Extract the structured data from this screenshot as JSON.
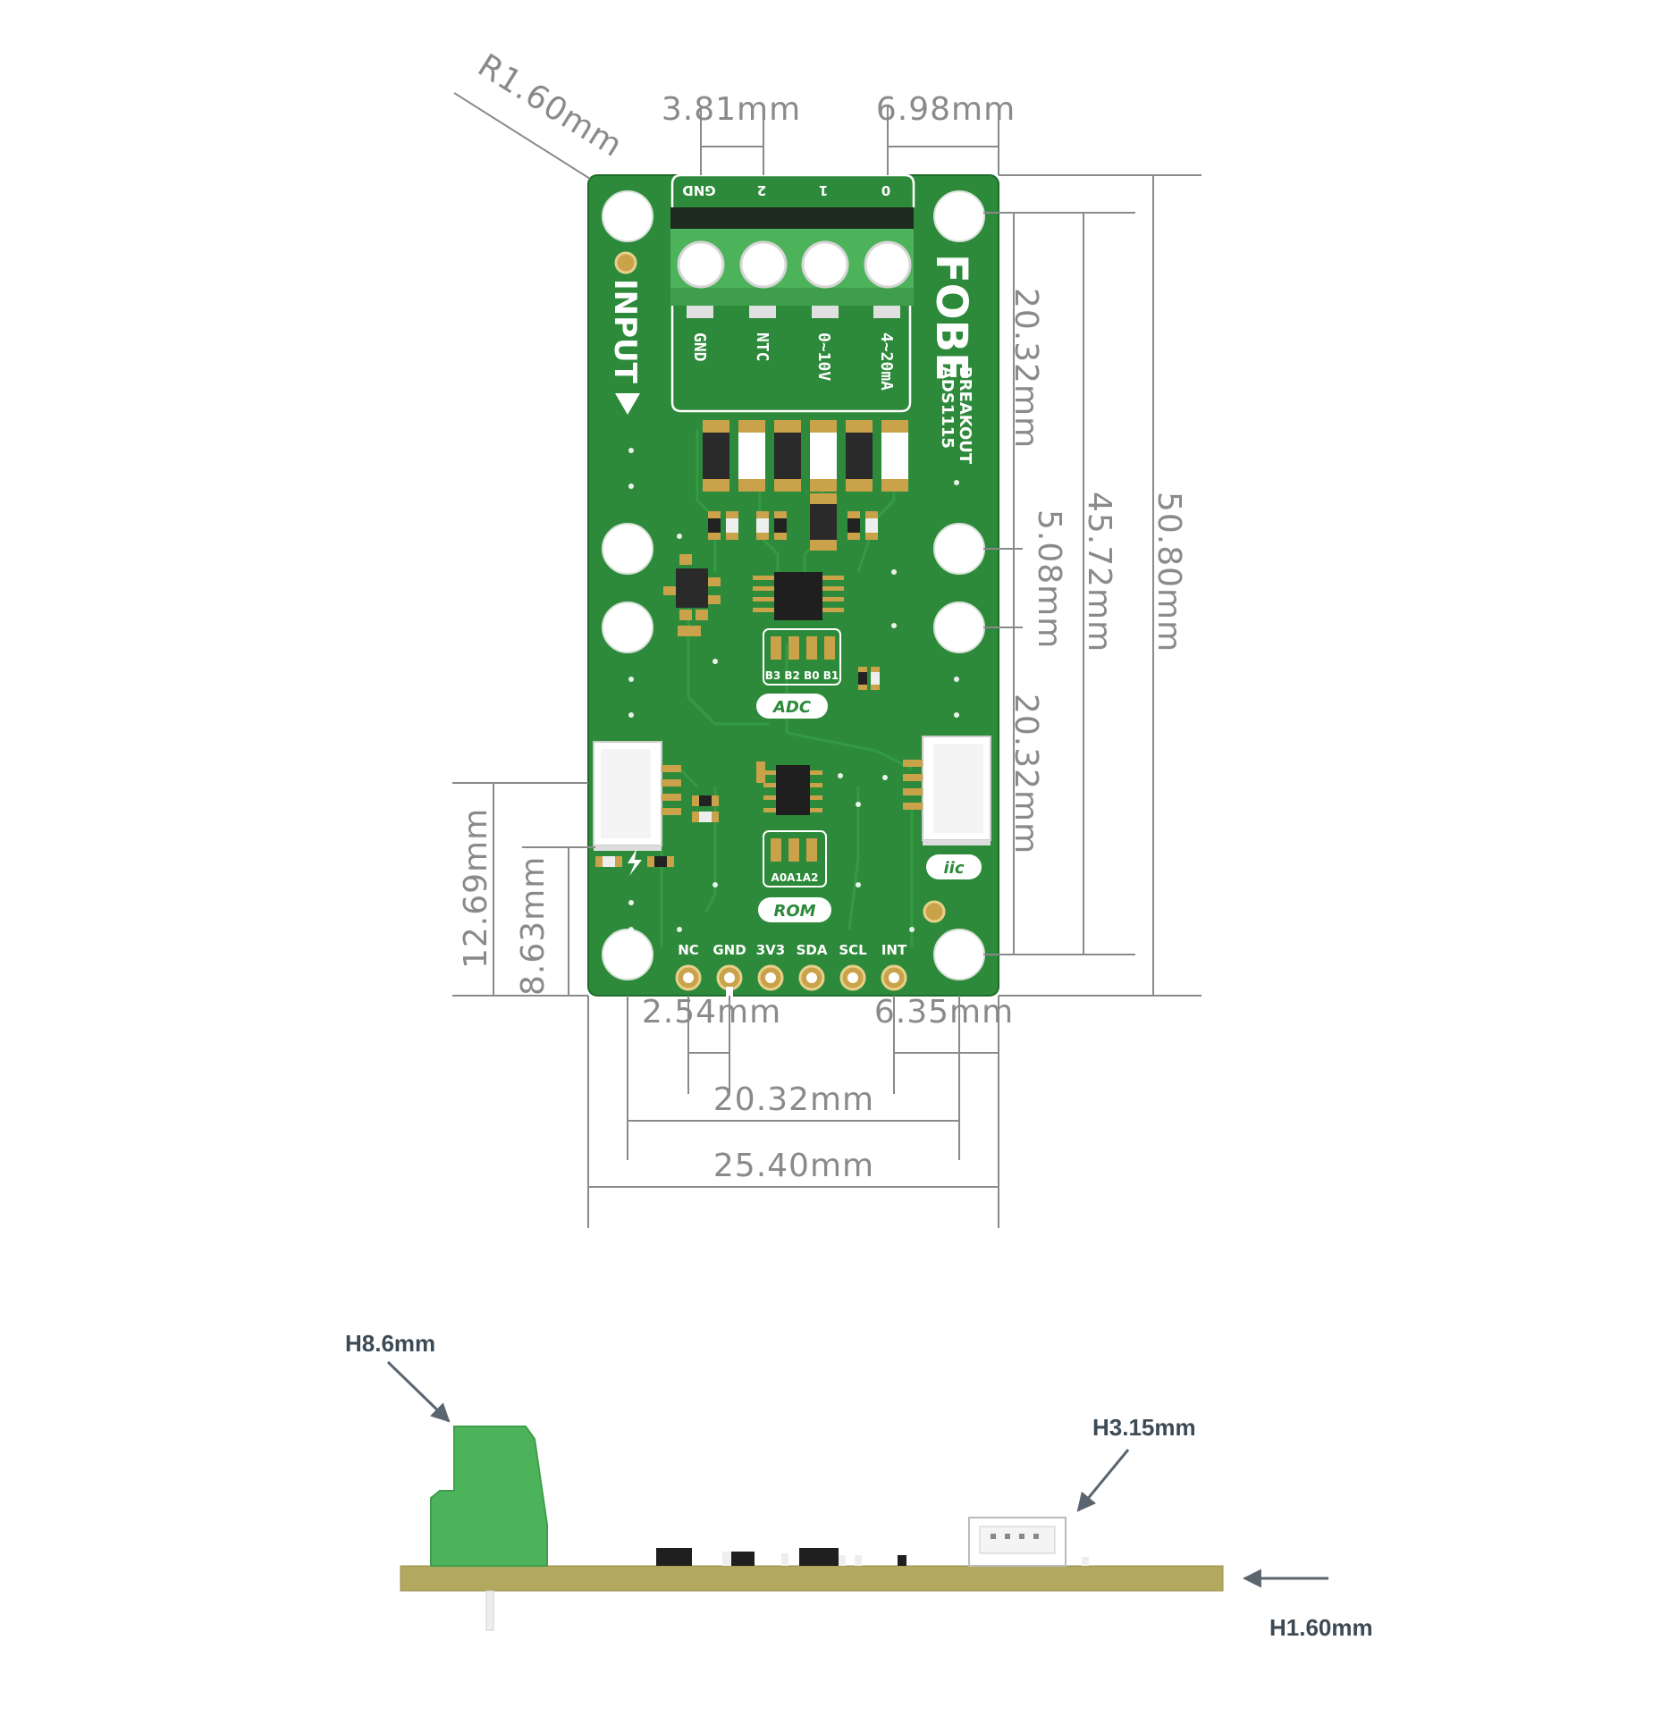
{
  "dimensions": {
    "corner_radius": "R1.60mm",
    "terminal_pitch": "3.81mm",
    "terminal_offset": "6.98mm",
    "hole_spacing_top": "20.32mm",
    "hole_spacing_mid": "5.08mm",
    "hole_spacing_bottom": "20.32mm",
    "hole_span_vertical": "45.72mm",
    "board_height": "50.80mm",
    "connector_offset": "12.69mm",
    "connector_offset_inner": "8.63mm",
    "header_pitch": "2.54mm",
    "header_edge_offset": "6.35mm",
    "hole_span_horizontal": "20.32mm",
    "board_width": "25.40mm"
  },
  "board": {
    "brand": "FOBE",
    "product_line": "BREAKOUT",
    "chip_name": "ADS1115",
    "input_label": "INPUT",
    "terminal_top_pins": [
      "GND",
      "2",
      "1",
      "0"
    ],
    "terminal_functions": [
      "GND",
      "NTC",
      "0~10V",
      "4~20mA"
    ],
    "adc_addr_pads": "B3 B2 B0 B1",
    "adc_badge": "ADC",
    "rom_addr_pads": "A0A1A2",
    "rom_badge": "ROM",
    "iic_badge": "iic",
    "header_pins": [
      "NC",
      "GND",
      "3V3",
      "SDA",
      "SCL",
      "INT"
    ]
  },
  "side_view": {
    "terminal_height": "H8.6mm",
    "connector_height": "H3.15mm",
    "pcb_thickness": "H1.60mm"
  },
  "colors": {
    "pcb_green": "#2d8a3a",
    "terminal_green": "#4cb35a",
    "gold": "#c9a24a",
    "pcb_side": "#b2a85e",
    "dimension_gray": "#8a8a8a"
  }
}
